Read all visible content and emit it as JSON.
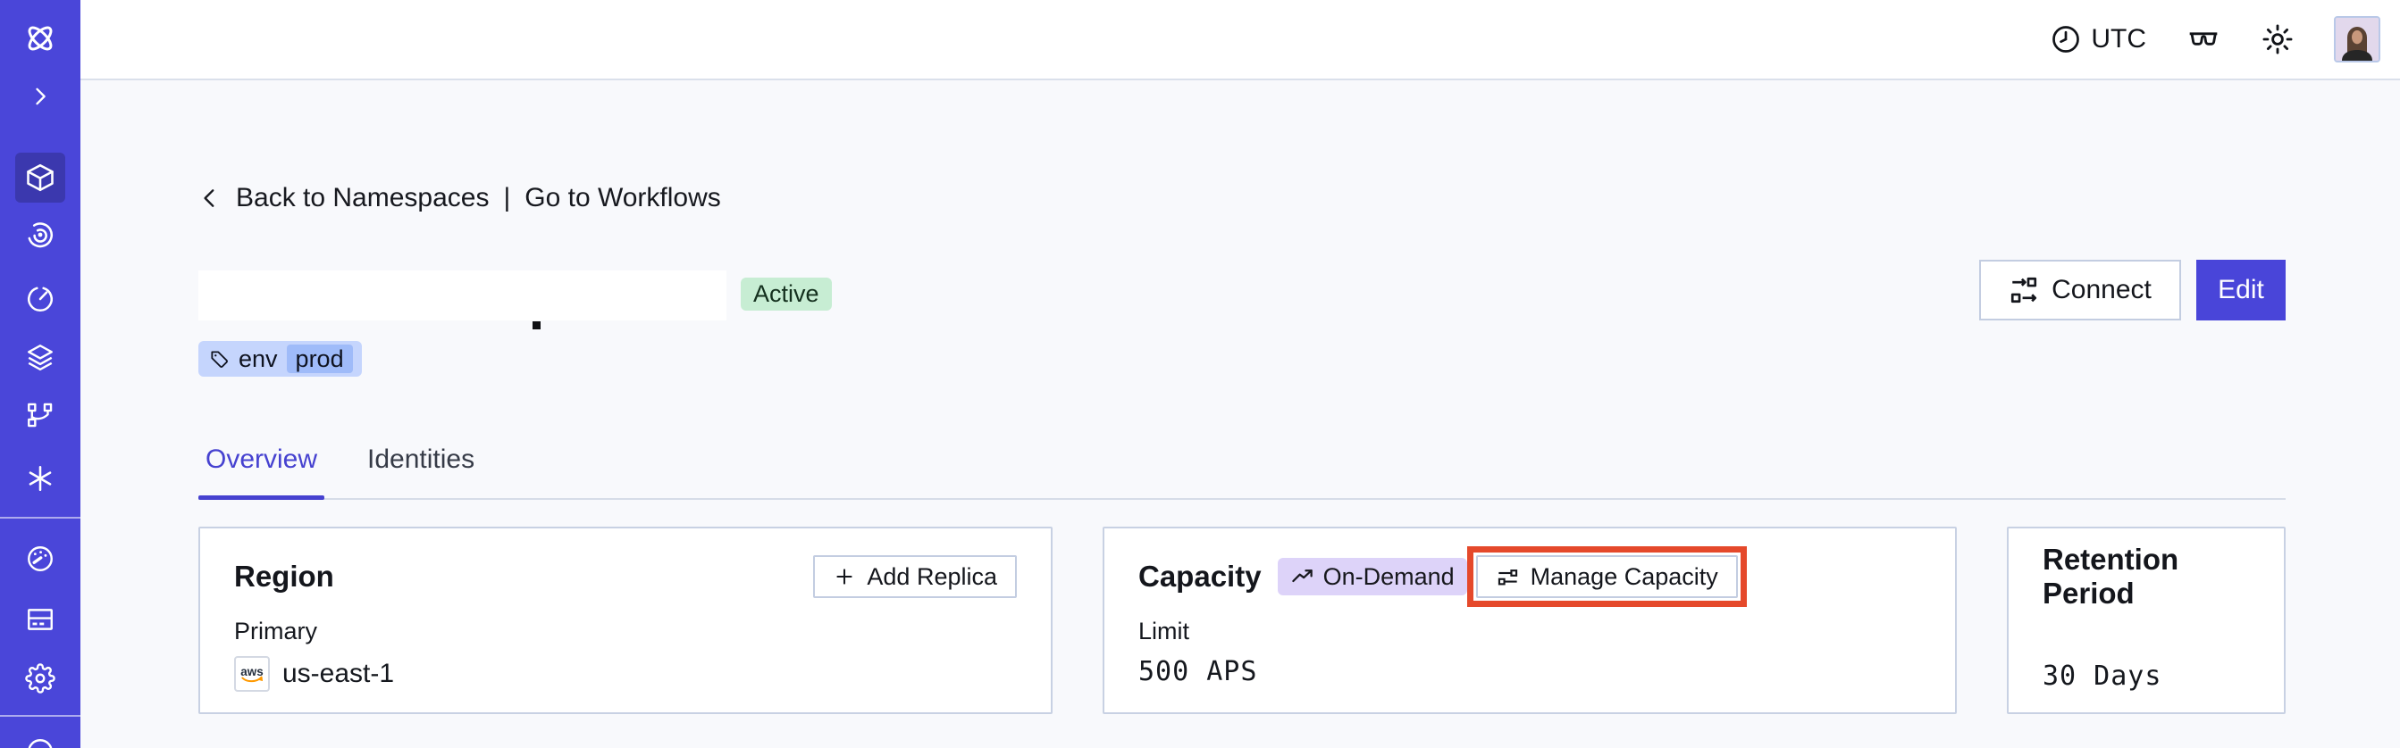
{
  "topbar": {
    "timezone": "UTC"
  },
  "breadcrumb": {
    "back_label": "Back to Namespaces",
    "separator": "|",
    "forward_label": "Go to Workflows"
  },
  "namespace": {
    "title": "",
    "status_badge": "Active",
    "tag": {
      "key": "env",
      "value": "prod"
    }
  },
  "header_actions": {
    "connect_label": "Connect",
    "edit_label": "Edit"
  },
  "tabs": [
    {
      "label": "Overview",
      "active": true
    },
    {
      "label": "Identities",
      "active": false
    }
  ],
  "cards": {
    "region": {
      "title": "Region",
      "add_replica_label": "Add Replica",
      "field_label": "Primary",
      "provider": "aws",
      "value": "us-east-1"
    },
    "capacity": {
      "title": "Capacity",
      "badge": "On-Demand",
      "manage_label": "Manage Capacity",
      "field_label": "Limit",
      "value": "500 APS"
    },
    "retention": {
      "title": "Retention Period",
      "value": "30 Days"
    }
  },
  "sidebar_icons": [
    "temporal-logo",
    "expand",
    "namespaces",
    "monitoring",
    "schedules",
    "deployments",
    "batch-operations",
    "nexus",
    "usage",
    "billing",
    "settings",
    "support"
  ],
  "colors": {
    "sidebar": "#4A46D9",
    "sidebar_active": "#3B38AE",
    "accent": "#4642D0",
    "edit_button": "#4945D9",
    "status_active_bg": "#C7EDD3",
    "tag_bg": "#C5D5FD",
    "tag_value_bg": "#9FBBF9",
    "ondemand_bg": "#DDD3F9",
    "annotation_red": "#E5492B",
    "card_border": "#C8D1E3",
    "page_bg": "#F8F9FC"
  }
}
